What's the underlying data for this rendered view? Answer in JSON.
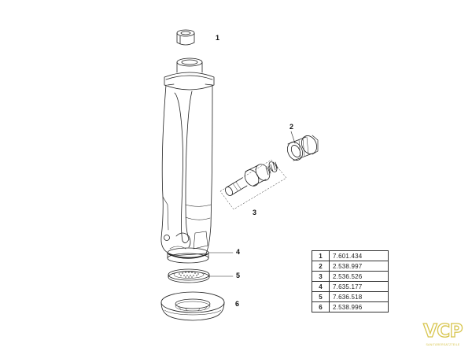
{
  "callouts": {
    "c1": "1",
    "c2": "2",
    "c3": "3",
    "c4": "4",
    "c5": "5",
    "c6": "6"
  },
  "parts": [
    {
      "no": "1",
      "code": "7.601.434"
    },
    {
      "no": "2",
      "code": "2.538.997"
    },
    {
      "no": "3",
      "code": "2.536.526"
    },
    {
      "no": "4",
      "code": "7.635.177"
    },
    {
      "no": "5",
      "code": "7.636.518"
    },
    {
      "no": "6",
      "code": "2.538.996"
    }
  ],
  "logo": {
    "letters": "VCP",
    "tagline": "SANITÄRERSATZTEILE"
  }
}
